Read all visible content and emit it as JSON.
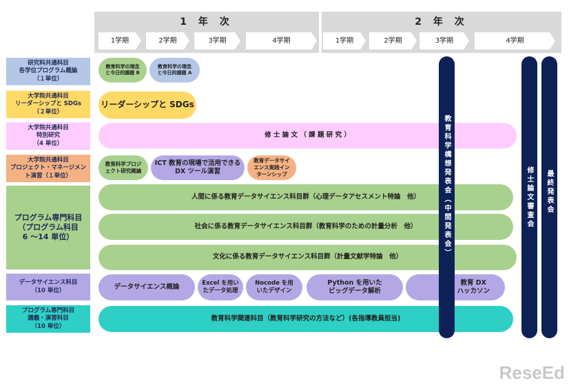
{
  "header": {
    "year1": "1 年 次",
    "year2": "2 年 次",
    "terms1": [
      "1学期",
      "2学期",
      "3学期",
      "4学期"
    ],
    "terms2": [
      "1学期",
      "2学期",
      "3学期",
      "4学期"
    ]
  },
  "labels": [
    "研究科共通科目\n各学位プログラム概論\n（１単位）",
    "大学院共通科目\nリーダーシップと SDGs\n（２単位）",
    "大学院共通科目\n特別研究\n（4 単位）",
    "大学院共通科目\nプロジェクト・マネージメン\nト演習（１単位）",
    "プログラム専門科目\n（プログラム科目\n6 〜14 単位）",
    "データサイエンス科目\n（10 単位）",
    "プログラム専門科目\n講義・演習科目\n（10 単位）"
  ],
  "courses": {
    "r1": [
      "教育科学の理念\nと今日的課題 B",
      "教育科学の理念\nと今日的課題 A"
    ],
    "r2": "リーダーシップと SDGs",
    "r3": "修 士 論 文 （ 課 題 研 究 ）",
    "r4": [
      "教育科学プロジ\nェクト研究概論",
      "ICT 教育の現場で活用できる\nDX ツール演習",
      "教育データサイ\nエンス実践イン\nターンシップ"
    ],
    "r5": [
      "人間に係る教育データサイエンス科目群（心理データアセスメント特論　他）",
      "社会に係る教育データサイエンス科目群（教育科学のための計量分析　他）",
      "文化に係る教育データサイエンス科目群（計量文献学特論　他）"
    ],
    "r6": [
      "データサイエンス概論",
      "Excel を用い\nたデータ処理",
      "Nocode を用\nいたデザイン",
      "Python を用いた\nビッグデータ解析",
      "教育 DX\nハッカソン"
    ],
    "r7": "教育科学関連科目（教育科学研究の方法など）(各指導教員担当)"
  },
  "milestones": [
    "教育科学構想発表会（中間発表会）",
    "修士論文審査会",
    "最終発表会"
  ],
  "watermark": "ReseEd"
}
